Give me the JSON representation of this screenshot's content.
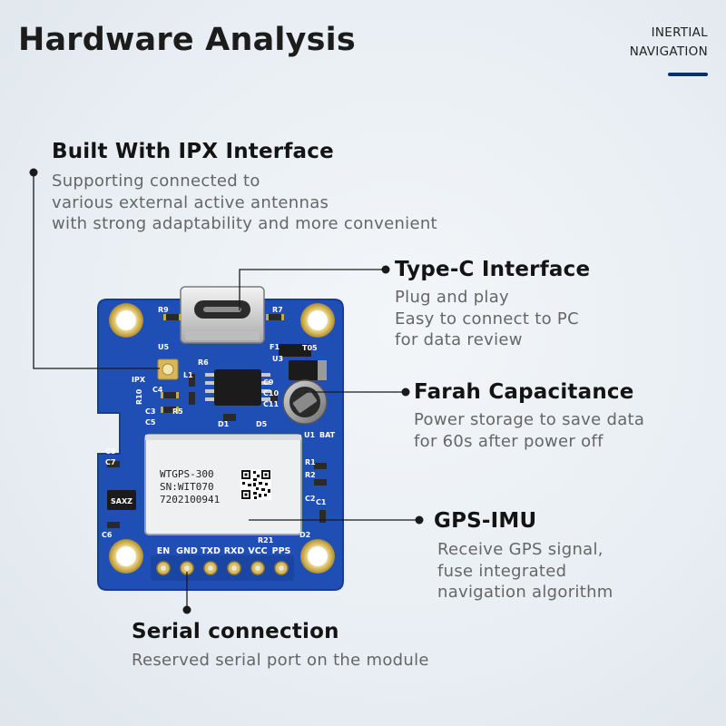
{
  "header": {
    "title": "Hardware Analysis",
    "tag_line1": "INERTIAL",
    "tag_line2": "NAVIGATION"
  },
  "features": {
    "ipx": {
      "title": "Built With IPX Interface",
      "lines": [
        "Supporting connected to",
        "various external active antennas",
        "with strong adaptability and more convenient"
      ]
    },
    "typec": {
      "title": "Type-C Interface",
      "lines": [
        "Plug and play",
        "Easy to connect to PC",
        "for data review"
      ]
    },
    "farah": {
      "title": "Farah Capacitance",
      "lines": [
        "Power storage to save data",
        "for 60s after power off"
      ]
    },
    "gps": {
      "title": "GPS-IMU",
      "lines": [
        "Receive GPS signal,",
        "fuse integrated",
        "navigation algorithm"
      ]
    },
    "serial": {
      "title": "Serial connection",
      "lines": [
        "Reserved serial port on the module"
      ]
    }
  },
  "board": {
    "module_line1": "WTGPS-300",
    "module_line2": "SN:WIT070",
    "module_line3": "7202100941",
    "pins": [
      "EN",
      "GND",
      "TXD",
      "RXD",
      "VCC",
      "PPS"
    ],
    "silk": {
      "r9": "R9",
      "r7": "R7",
      "u5": "U5",
      "f1": "F1",
      "t05": "T05",
      "ipx": "IPX",
      "r6": "R6",
      "l1": "L1",
      "u3": "U3",
      "c4": "C4",
      "r10": "R10",
      "c3": "C3",
      "r5": "R5",
      "c5": "C5",
      "c9": "C9",
      "c10": "C10",
      "c11": "C11",
      "d1": "D1",
      "d5": "D5",
      "u1": "U1",
      "bat": "BAT",
      "c8": "C8",
      "c7": "C7",
      "r1": "R1",
      "r2": "R2",
      "c2": "C2",
      "c1": "C1",
      "c6": "C6",
      "r21": "R21",
      "d2": "D2",
      "chip": "SAXZ"
    }
  },
  "colors": {
    "pcb": "#1f4fb5",
    "callout": "#1a1a1a",
    "accent_bar": "#0a2f6b"
  }
}
